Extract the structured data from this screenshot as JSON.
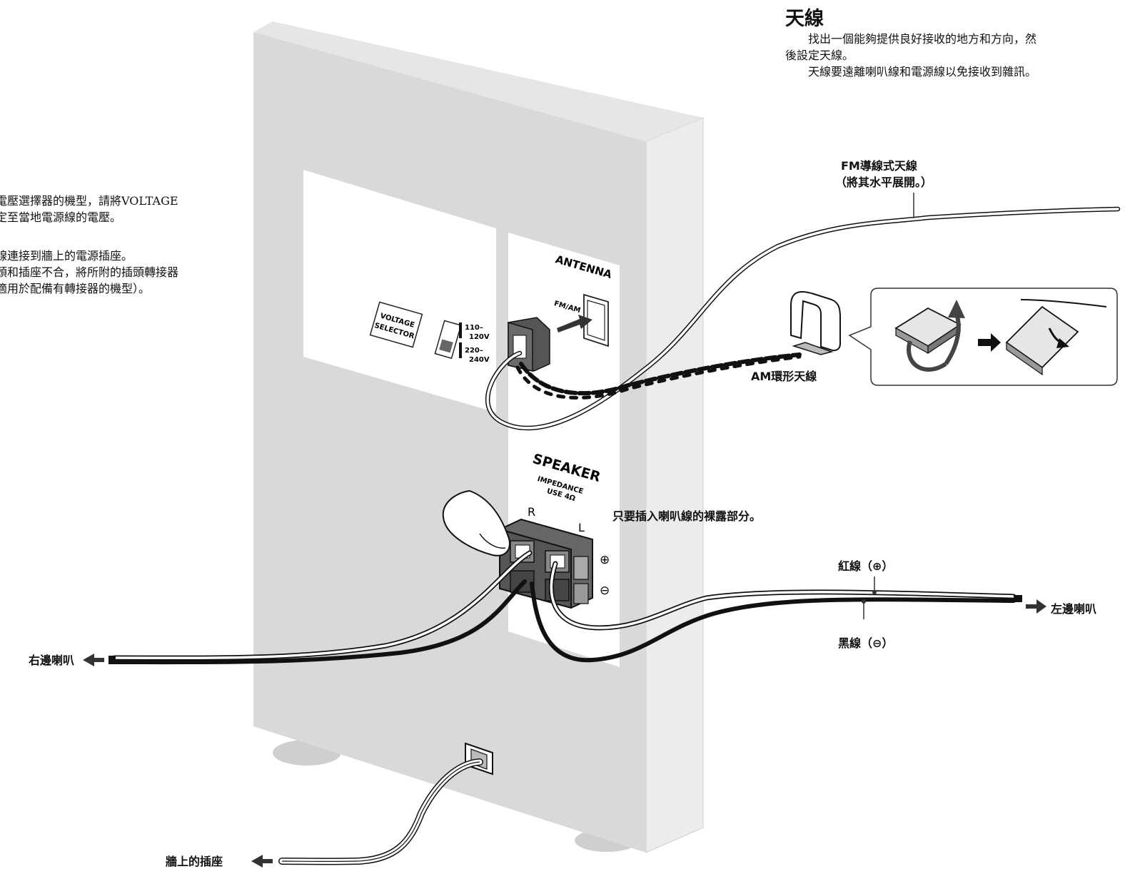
{
  "antenna_section": {
    "title": "天線",
    "line1": "　　找出一個能夠提供良好接收的地方和方向，然",
    "line2": "後設定天線。",
    "line3": "　　天線要遠離喇叭線和電源線以免接收到雜訊。"
  },
  "left_notes": {
    "line1": "電壓選擇器的機型，請將VOLTAGE",
    "line2": "定至當地電源線的電壓。",
    "line3": "線連接到牆上的電源插座。",
    "line4": "頭和插座不合，將所附的插頭轉接器",
    "line5": "適用於配備有轉接器的機型）。"
  },
  "labels": {
    "fm_antenna_line1": "FM導線式天線",
    "fm_antenna_line2": "（將其水平展開。）",
    "am_antenna": "AM環形天線",
    "bare_wire_note": "只要插入喇叭線的裸露部分。",
    "red_wire": "紅線（⊕）",
    "black_wire": "黑線（⊖）",
    "left_speaker": "左邊喇叭",
    "right_speaker": "右邊喇叭",
    "wall_outlet": "牆上的插座"
  },
  "panel": {
    "antenna_heading": "ANTENNA",
    "fm_am": "FM/AM",
    "voltage_selector_line1": "VOLTAGE",
    "voltage_selector_line2": "SELECTOR",
    "v110": "110–",
    "v120": "120V",
    "v220": "220–",
    "v240": "240V",
    "speaker_heading": "SPEAKER",
    "impedance_line1": "IMPEDANCE",
    "impedance_line2": "USE 4Ω",
    "terminal_r": "R",
    "terminal_l": "L",
    "plus_symbol": "⊕",
    "minus_symbol": "⊖"
  },
  "colors": {
    "cabinet": "#d9d9d9",
    "cabinet_side": "#ececec",
    "panel": "#ffffff",
    "wire_black": "#111111",
    "arrow": "#333333"
  }
}
